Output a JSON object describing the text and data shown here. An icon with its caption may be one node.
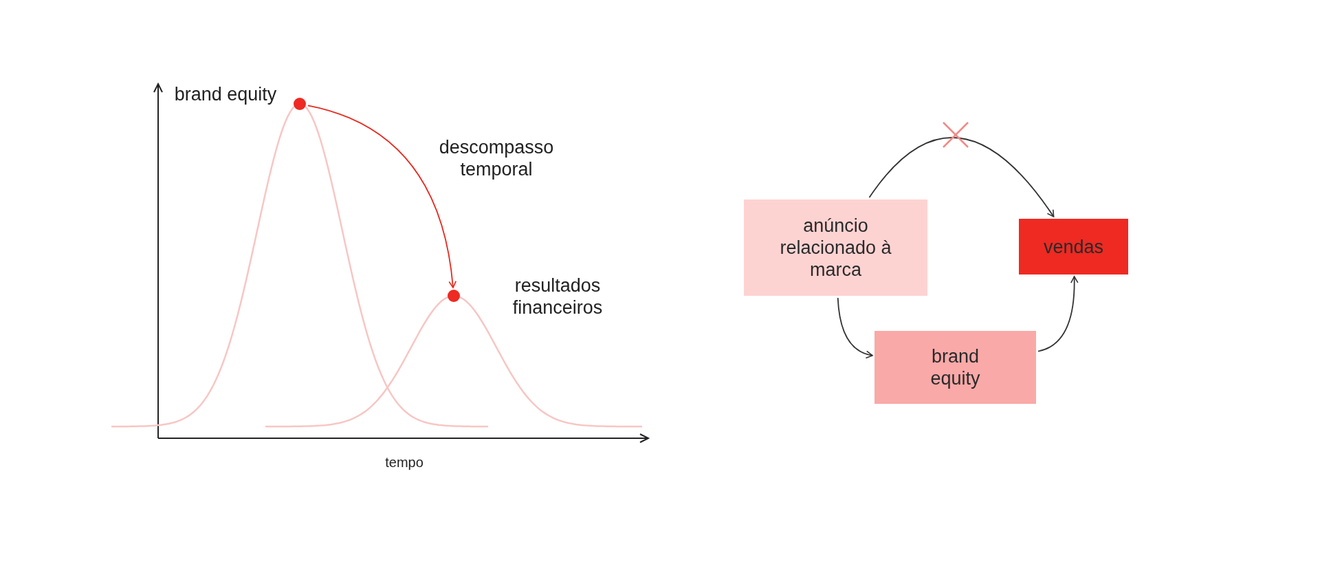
{
  "diagram": {
    "nodes": [
      {
        "text": [],
        "shape": "circle",
        "beside": [
          "brand equity"
        ]
      },
      {
        "text": [],
        "shape": "circle",
        "beside": [
          "resultados financeiros"
        ]
      },
      {
        "text": [
          "anúncio relacionado à marca"
        ]
      },
      {
        "text": [
          "vendas"
        ]
      },
      {
        "text": [
          "brand equity"
        ]
      }
    ],
    "edges": [
      {
        "from": 0,
        "to": 1,
        "arrow": "to",
        "label": "descompasso temporal",
        "color": "#e8281e"
      },
      {
        "from": 2,
        "to": 3,
        "arrow": "to"
      },
      {
        "from": 2,
        "to": 4,
        "arrow": "to"
      },
      {
        "from": 4,
        "to": 3,
        "arrow": "to"
      }
    ],
    "labels": [
      "tempo"
    ]
  }
}
